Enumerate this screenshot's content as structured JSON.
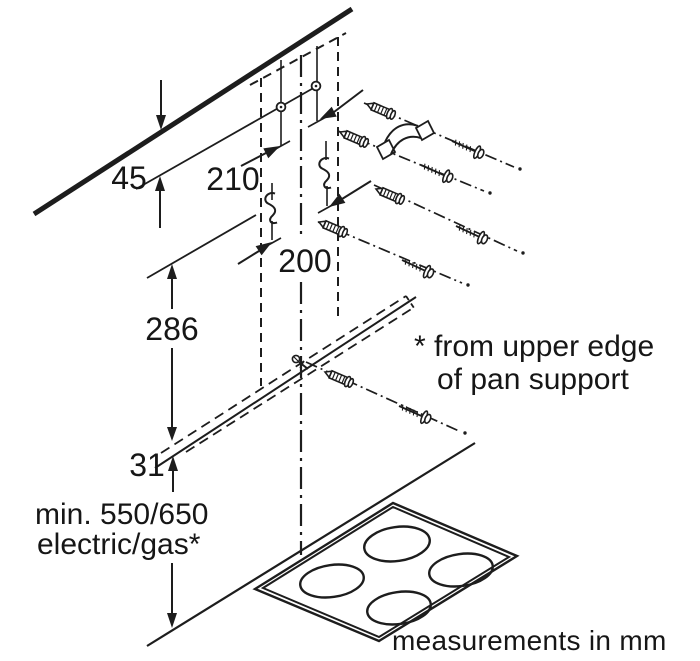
{
  "diagram": {
    "dimensions": {
      "ceiling_gap": "45",
      "upper_hole_offset": "210",
      "lower_hole_offset": "200",
      "body_height": "286",
      "rail_gap": "31"
    },
    "notes": {
      "min_distance_line1": "min. 550/650",
      "min_distance_line2": "electric/gas*",
      "footnote_line1": "* from upper edge",
      "footnote_line2": "of pan support",
      "units_line": "measurements in mm"
    },
    "colors": {
      "ink": "#1d1d1d",
      "background": "#ffffff"
    }
  }
}
